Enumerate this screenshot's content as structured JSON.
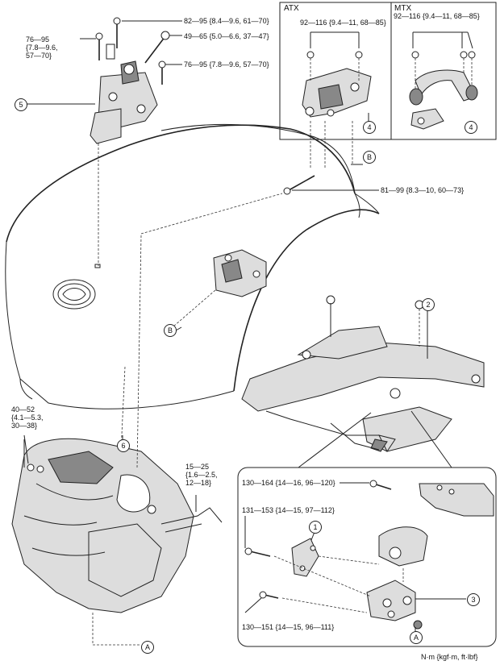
{
  "boxes": {
    "atx_title": "ATX",
    "mtx_title": "MTX"
  },
  "torques": {
    "t1": "82—95 {8.4—9.6, 61—70}",
    "t2": "76—95\n{7.8—9.6,\n57—70}",
    "t3": "49—65 {5.0—6.6, 37—47}",
    "t4": "76—95 {7.8—9.6, 57—70}",
    "t5": "92—116 {9.4—11, 68—85}",
    "t6": "92—116 {9.4—11, 68—85}",
    "t7": "81—99 {8.3—10, 60—73}",
    "t8": "40—52\n{4.1—5.3,\n30—38}",
    "t9": "15—25\n{1.6—2.5,\n12—18}",
    "t10": "130—164 {14—16, 96—120}",
    "t11": "131—153 {14—15, 97—112}",
    "t12": "130—151 {14—15, 96—111}"
  },
  "callouts": {
    "c1": "1",
    "c2": "2",
    "c3": "3",
    "c4a": "4",
    "c4b": "4",
    "c5": "5",
    "c6": "6",
    "ca1": "A",
    "ca2": "A",
    "cb1": "B",
    "cb2": "B"
  },
  "unit_note": "N·m {kgf·m, ft·lbf}"
}
